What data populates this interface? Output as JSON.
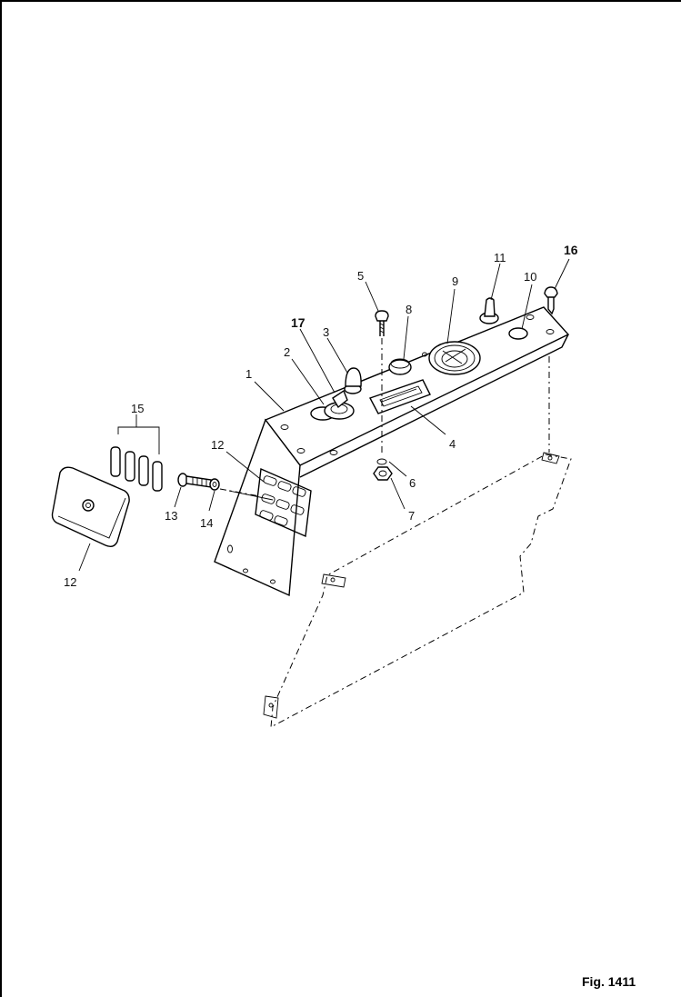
{
  "figure": {
    "label": "Fig. 1411"
  },
  "callouts": [
    {
      "id": "1",
      "text": "1"
    },
    {
      "id": "2",
      "text": "2"
    },
    {
      "id": "3",
      "text": "3"
    },
    {
      "id": "4",
      "text": "4"
    },
    {
      "id": "5",
      "text": "5"
    },
    {
      "id": "6",
      "text": "6"
    },
    {
      "id": "7",
      "text": "7"
    },
    {
      "id": "8",
      "text": "8"
    },
    {
      "id": "9",
      "text": "9"
    },
    {
      "id": "10",
      "text": "10"
    },
    {
      "id": "11",
      "text": "11"
    },
    {
      "id": "12a",
      "text": "12"
    },
    {
      "id": "12b",
      "text": "12"
    },
    {
      "id": "13",
      "text": "13"
    },
    {
      "id": "14",
      "text": "14"
    },
    {
      "id": "15",
      "text": "15"
    },
    {
      "id": "16",
      "text": "16"
    },
    {
      "id": "17",
      "text": "17"
    }
  ]
}
